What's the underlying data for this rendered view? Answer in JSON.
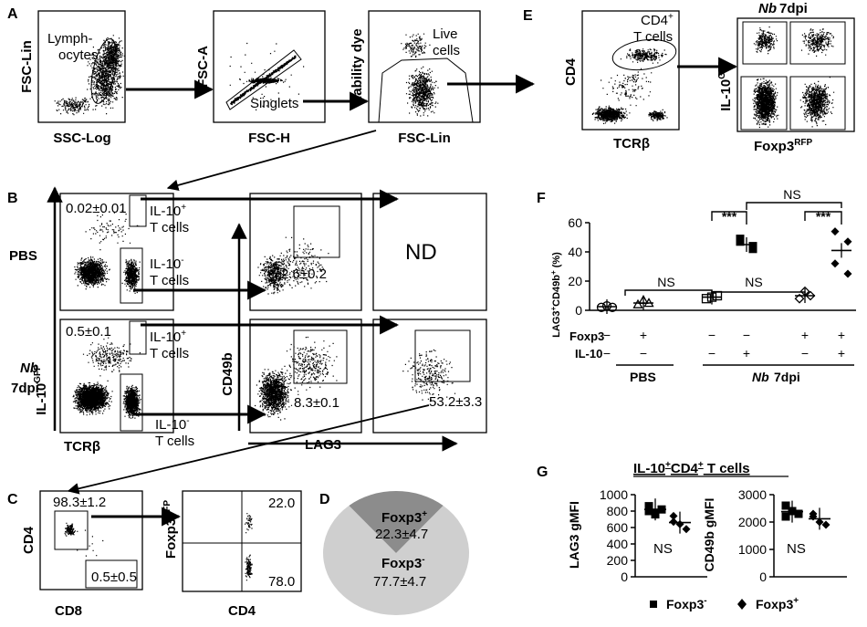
{
  "panels": {
    "A": "A",
    "B": "B",
    "C": "C",
    "D": "D",
    "E": "E",
    "F": "F",
    "G": "G"
  },
  "a": {
    "p1": {
      "ylabel": "FSC-Lin",
      "xlabel": "SSC-Log",
      "gate1": "Lymph-",
      "gate2": "ocytes"
    },
    "p2": {
      "ylabel": "FSC-A",
      "xlabel": "FSC-H",
      "gate": "Singlets"
    },
    "p3": {
      "ylabel": "Viability dye",
      "xlabel": "FSC-Lin",
      "gate1": "Live",
      "gate2": "cells"
    }
  },
  "b": {
    "row_pbs": "PBS",
    "row_nb1": "Nb",
    "row_nb2": "7dpi",
    "ylabel": "IL-10",
    "ylabel_sup": "GFP",
    "xlabel": "TCRβ",
    "mid_ylabel": "CD49b",
    "mid_xlabel": "LAG3",
    "il10pos": "IL-10",
    "il10neg": "IL-10",
    "tcells": "T cells",
    "pbs_il10pos": "0.02±0.01",
    "nb_il10pos": "0.5±0.1",
    "pbs_mid": "2.6±0.2",
    "nb_mid": "8.3±0.1",
    "nb_right": "53.2±3.3",
    "nd": "ND"
  },
  "c": {
    "ylabel": "CD4",
    "xlabel": "CD8",
    "g1": "98.3±1.2",
    "g2": "0.5±0.5",
    "ylabel2": "Foxp3",
    "ylabel2_sup": "RFP",
    "xlabel2": "CD4",
    "q1": "22.0",
    "q2": "78.0"
  },
  "d": {
    "label1": "Foxp3",
    "val1": "22.3±4.7",
    "label2": "Foxp3",
    "val2": "77.7±4.7"
  },
  "e": {
    "ylabel": "CD4",
    "xlabel": "TCRβ",
    "gate1": "CD4",
    "gate2": "T cells",
    "title1": "Nb",
    "title2": "7dpi",
    "ylabel2": "IL-10",
    "ylabel2_sup": "GFP",
    "xlabel2": "Foxp3",
    "xlabel2_sup": "RFP"
  },
  "f": {
    "ns": "NS",
    "stars": "***",
    "row_foxp3": "Foxp3",
    "row_il10": "IL-10",
    "pbs": "PBS",
    "nb1": "Nb",
    "nb2": "7dpi"
  },
  "g": {
    "title": "IL-10",
    "title2": "CD4",
    "title3": " T cells",
    "leg1": "Foxp3",
    "leg2": "Foxp3",
    "ns": "NS"
  },
  "chart_data": [
    {
      "type": "scatter",
      "ylabel": "LAG3+CD49b+ (%)",
      "ylim": [
        0,
        60
      ],
      "yticks": [
        0,
        20,
        40,
        60
      ],
      "categories": [
        "PBS Foxp3-",
        "PBS Foxp3+",
        "Nb7dpi Foxp3- IL-10-",
        "Nb7dpi Foxp3- IL-10+",
        "Nb7dpi Foxp3+ IL-10-",
        "Nb7dpi Foxp3+ IL-10+"
      ],
      "foxp3_row": [
        "−",
        "+",
        "−",
        "−",
        "+",
        "+"
      ],
      "il10_row": [
        "−",
        "−",
        "−",
        "+",
        "−",
        "+"
      ],
      "means": [
        2.5,
        5,
        9,
        45,
        10,
        41
      ],
      "points": [
        [
          2,
          3,
          2
        ],
        [
          4,
          7,
          5
        ],
        [
          8,
          9,
          10
        ],
        [
          47,
          42,
          49,
          44
        ],
        [
          8,
          13,
          10
        ],
        [
          54,
          47,
          32,
          25
        ]
      ]
    },
    {
      "type": "scatter",
      "ylabel": "LAG3 gMFI",
      "ylim": [
        0,
        1000
      ],
      "yticks": [
        0,
        200,
        400,
        600,
        800,
        1000
      ],
      "categories": [
        "Foxp3-",
        "Foxp3+"
      ],
      "means": [
        820,
        660
      ],
      "points": [
        [
          860,
          780,
          820,
          800,
          760
        ],
        [
          740,
          640,
          580,
          670
        ]
      ]
    },
    {
      "type": "scatter",
      "ylabel": "CD49b gMFI",
      "ylim": [
        0,
        3000
      ],
      "yticks": [
        0,
        1000,
        2000,
        3000
      ],
      "categories": [
        "Foxp3-",
        "Foxp3+"
      ],
      "means": [
        2380,
        2120
      ],
      "points": [
        [
          2600,
          2400,
          2300,
          2200
        ],
        [
          2300,
          2000,
          1900,
          2200
        ]
      ]
    }
  ]
}
